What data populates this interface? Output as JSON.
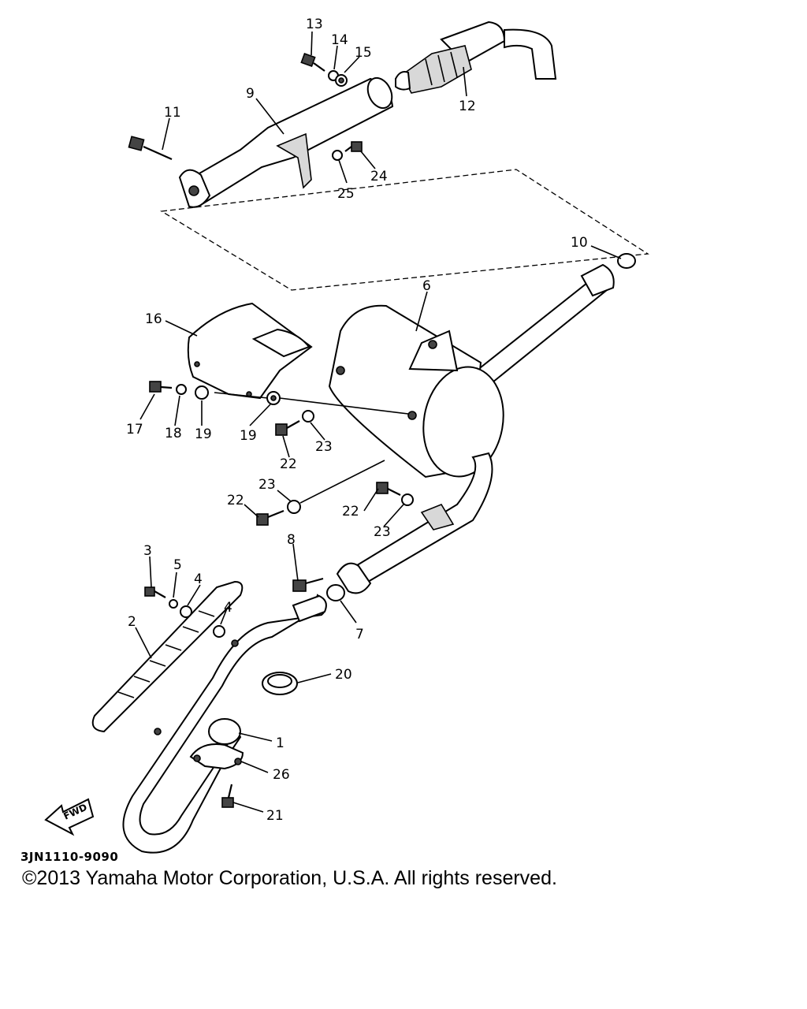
{
  "diagram": {
    "code": "3JN1110-9090",
    "fwd_label": "FWD",
    "copyright": "©2013 Yamaha Motor Corporation, U.S.A. All rights reserved.",
    "callouts": {
      "p1": "1",
      "p2": "2",
      "p3": "3",
      "p4a": "4",
      "p4b": "4",
      "p5": "5",
      "p6": "6",
      "p7": "7",
      "p8": "8",
      "p9": "9",
      "p10": "10",
      "p11": "11",
      "p12": "12",
      "p13": "13",
      "p14": "14",
      "p15": "15",
      "p16": "16",
      "p17": "17",
      "p18": "18",
      "p19a": "19",
      "p19b": "19",
      "p20": "20",
      "p21": "21",
      "p22a": "22",
      "p22b": "22",
      "p22c": "22",
      "p23a": "23",
      "p23b": "23",
      "p23c": "23",
      "p24": "24",
      "p25": "25",
      "p26": "26"
    }
  }
}
